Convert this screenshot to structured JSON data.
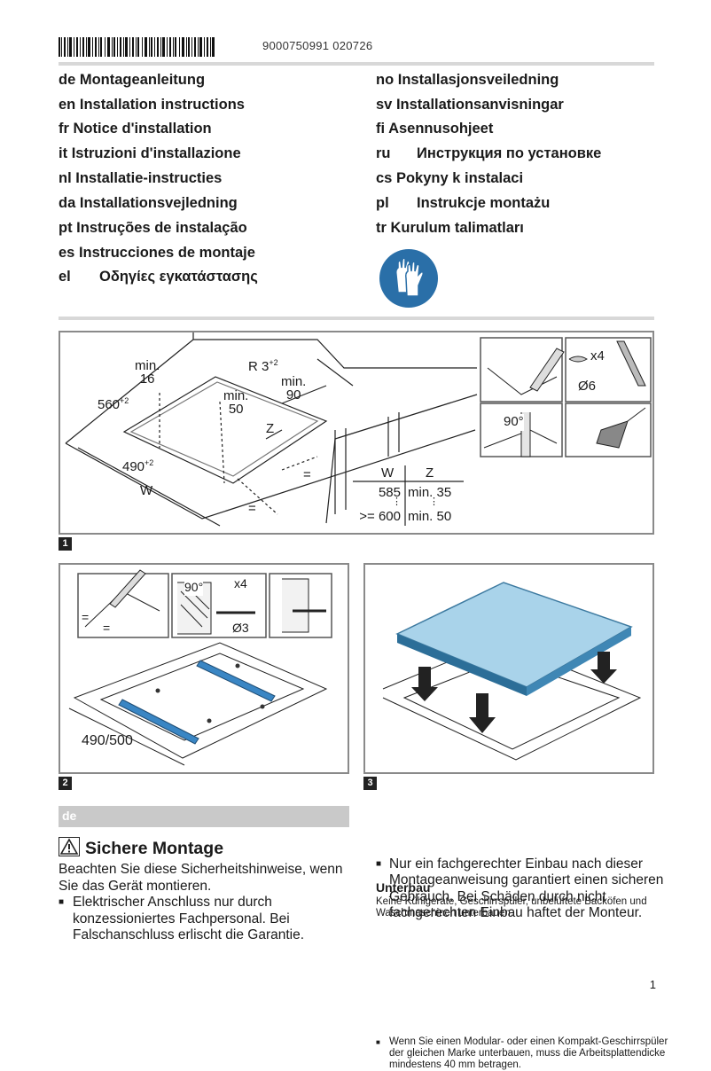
{
  "header": {
    "document_number": "9000750991 020726"
  },
  "languages_left": [
    {
      "code": "de",
      "title": "Montageanleitung"
    },
    {
      "code": "en",
      "title": "Installation instructions"
    },
    {
      "code": "fr",
      "title": "Notice d'installation"
    },
    {
      "code": "it",
      "title": "Istruzioni d'installazione"
    },
    {
      "code": "nl",
      "title": "Installatie-instructies"
    },
    {
      "code": "da",
      "title": "Installationsvejledning"
    },
    {
      "code": "pt",
      "title": "Instruções de instalação"
    },
    {
      "code": "es",
      "title": "Instrucciones de montaje"
    },
    {
      "code": "el",
      "title": "Οδηγίες εγκατάστασης"
    }
  ],
  "languages_right": [
    {
      "code": "no",
      "title": "Installasjonsveiledning"
    },
    {
      "code": "sv",
      "title": "Installationsanvisningar"
    },
    {
      "code": "fi",
      "title": "Asennusohjeet"
    },
    {
      "code": "ru",
      "title": "Инструкция по установке"
    },
    {
      "code": "cs",
      "title": "Pokyny k instalaci"
    },
    {
      "code": "pl",
      "title": "Instrukcje montażu"
    },
    {
      "code": "tr",
      "title": "Kurulum talimatları"
    }
  ],
  "figure1": {
    "badge": "1",
    "labels": {
      "min16_a": "min.",
      "min16_b": "16",
      "r3": "R 3",
      "r3_sup": "+2",
      "min90_a": "min.",
      "min90_b": "90",
      "min50_a": "min.",
      "min50_b": "50",
      "d560": "560",
      "d560_sup": "+2",
      "d490": "490",
      "d490_sup": "+2",
      "w": "W",
      "z": "Z",
      "eq1": "=",
      "eq2": "=",
      "x4": "x4",
      "d6": "Ø6",
      "deg90": "90°"
    },
    "table": {
      "col_w": "W",
      "col_z": "Z",
      "rows": [
        {
          "w": "585",
          "z": "min. 35"
        },
        {
          "w": ">= 600",
          "z": "min. 50"
        }
      ],
      "ellipsis": "⋮"
    }
  },
  "figure2": {
    "badge": "2",
    "labels": {
      "deg90": "90°",
      "x4": "x4",
      "d3": "Ø3",
      "dim": "490/500",
      "eq_a": "=",
      "eq_b": "="
    }
  },
  "figure3": {
    "badge": "3"
  },
  "section": {
    "lang_code": "de",
    "heading": "Sichere Montage",
    "intro": "Beachten Sie diese Sicherheitshinweise, wenn Sie das Gerät montieren.",
    "bullet1": "Elektrischer Anschluss nur durch konzessioniertes Fachpersonal. Bei Falschanschluss erlischt die Garantie.",
    "bullet2": "Nur ein fachgerechter Einbau nach dieser Montageanweisung garantiert einen sicheren Gebrauch. Bei Schäden durch nicht fachgerechten Einbau haftet der Monteur.",
    "sub_heading": "Unterbau",
    "sub_text": "Keine Kühlgeräte, Geschirrspüler, unbelüftete Backöfen und Waschmaschinen unterbauen.",
    "sub_bullet": "Wenn Sie einen Modular- oder einen Kompakt-Geschirrspüler der gleichen Marke unterbauen, muss die Arbeitsplattendicke mindestens 40 mm betragen."
  },
  "bullet_symbol": "■",
  "page_number": "1",
  "colors": {
    "accent_blue": "#2a6fa8",
    "glass_blue": "#a9d3ea",
    "rail_blue": "#3a86c4"
  }
}
